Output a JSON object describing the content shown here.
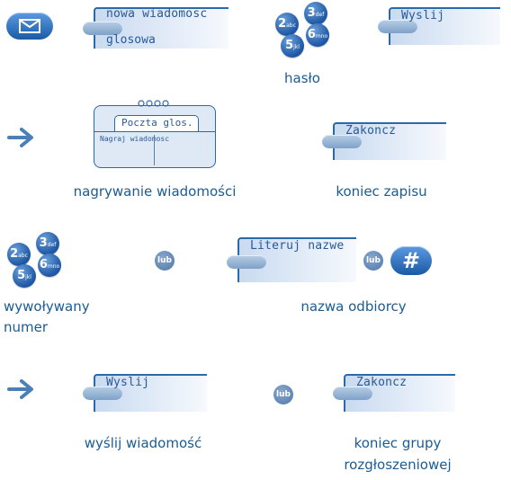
{
  "softkeys": {
    "new_message_line1": "nowa wiadomosc",
    "new_message_line2": "glosowa",
    "send_1": "Wyslij",
    "end_1": "Zakoncz",
    "spell_name": "Literuj nazwe",
    "send_2": "Wyslij",
    "end_2": "Zakoncz"
  },
  "screen": {
    "tab_title": "Poczta glos.",
    "body_text": "Nagraj wiadomosc"
  },
  "captions": {
    "password": "hasło",
    "recording": "nagrywanie wiadomości",
    "end_recording": "koniec zapisu",
    "dialed_line1": "wywoływany",
    "dialed_line2": "numer",
    "recipient_name": "nazwa odbiorcy",
    "send_message": "wyślij wiadomość",
    "end_group_line1": "koniec grupy",
    "end_group_line2": "rozgłoszeniowej"
  },
  "or_label": "lub",
  "keypad": {
    "k2": "2",
    "k2_sub": "abc",
    "k3": "3",
    "k3_sub": "def",
    "k5": "5",
    "k5_sub": "jkl",
    "k6": "6",
    "k6_sub": "mno"
  },
  "hash_key": "#",
  "icons": {
    "mail": "envelope-icon",
    "arrow": "right-arrow-icon",
    "status_icons": "phone-status-icons"
  },
  "colors": {
    "brand_blue": "#1a5aa6",
    "caption_blue": "#1a5c92",
    "softkey_text": "#27599a"
  }
}
